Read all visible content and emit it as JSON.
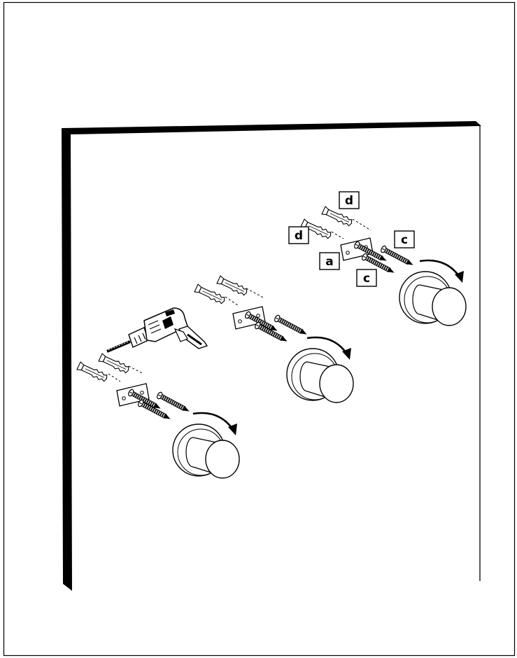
{
  "labels": {
    "d_top": "d",
    "d_left": "d",
    "a": "a",
    "c_right": "c",
    "c_lower": "c"
  },
  "colors": {
    "ink": "#000000",
    "paper": "#ffffff",
    "shade": "#e6e6e6"
  },
  "icons": [
    "drill-icon",
    "wall-plug-icon",
    "screw-icon",
    "mounting-plate-icon",
    "robe-hook-icon",
    "rotation-arrow-icon"
  ]
}
